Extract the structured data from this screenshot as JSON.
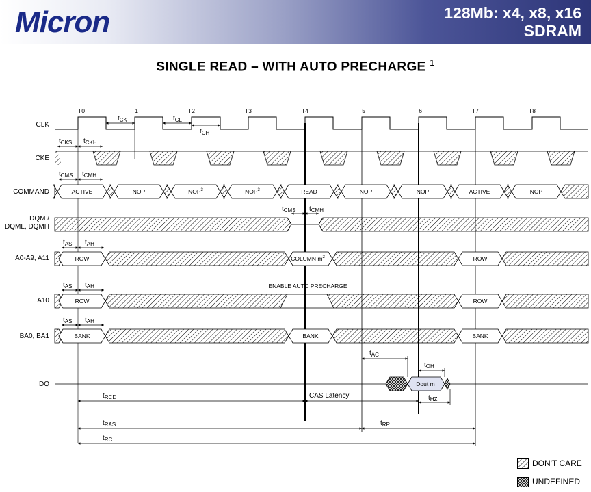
{
  "header": {
    "brand": "Micron",
    "product_line1": "128Mb: x4, x8, x16",
    "product_line2": "SDRAM"
  },
  "title": {
    "text": "SINGLE READ – WITH AUTO PRECHARGE",
    "note": "1"
  },
  "clock": {
    "ticks": [
      "T0",
      "T1",
      "T2",
      "T3",
      "T4",
      "T5",
      "T6",
      "T7",
      "T8"
    ]
  },
  "signals": {
    "clk": "CLK",
    "cke": "CKE",
    "command": "COMMAND",
    "dqm1": "DQM /",
    "dqm2": "DQML, DQMH",
    "addr": "A0-A9, A11",
    "a10": "A10",
    "ba": "BA0, BA1",
    "dq": "DQ"
  },
  "commands": [
    {
      "label": "ACTIVE",
      "sup": ""
    },
    {
      "label": "NOP",
      "sup": ""
    },
    {
      "label": "NOP",
      "sup": "3"
    },
    {
      "label": "NOP",
      "sup": "3"
    },
    {
      "label": "READ",
      "sup": ""
    },
    {
      "label": "NOP",
      "sup": ""
    },
    {
      "label": "NOP",
      "sup": ""
    },
    {
      "label": "ACTIVE",
      "sup": ""
    },
    {
      "label": "NOP",
      "sup": ""
    }
  ],
  "addr_values": {
    "row": "ROW",
    "column": "COLUMN m",
    "column_sup": "2",
    "row2": "ROW"
  },
  "a10_values": {
    "row": "ROW",
    "note": "ENABLE AUTO PRECHARGE",
    "row2": "ROW"
  },
  "ba_values": {
    "bank": "BANK",
    "bank2": "BANK",
    "bank3": "BANK"
  },
  "dq_value": "Dout m",
  "timing": {
    "tck": {
      "t": "t",
      "s": "CK"
    },
    "tcl": {
      "t": "t",
      "s": "CL"
    },
    "tch": {
      "t": "t",
      "s": "CH"
    },
    "tcks": {
      "t": "t",
      "s": "CKS"
    },
    "tckh": {
      "t": "t",
      "s": "CKH"
    },
    "tcms": {
      "t": "t",
      "s": "CMS"
    },
    "tcmh": {
      "t": "t",
      "s": "CMH"
    },
    "tcms2": {
      "t": "t",
      "s": "CMS"
    },
    "tcmh2": {
      "t": "t",
      "s": "CMH"
    },
    "tas1": {
      "t": "t",
      "s": "AS"
    },
    "tah1": {
      "t": "t",
      "s": "AH"
    },
    "tas2": {
      "t": "t",
      "s": "AS"
    },
    "tah2": {
      "t": "t",
      "s": "AH"
    },
    "tas3": {
      "t": "t",
      "s": "AS"
    },
    "tah3": {
      "t": "t",
      "s": "AH"
    },
    "tac": {
      "t": "t",
      "s": "AC"
    },
    "toh": {
      "t": "t",
      "s": "OH"
    },
    "thz": {
      "t": "t",
      "s": "HZ"
    },
    "trcd": {
      "t": "t",
      "s": "RCD"
    },
    "cas": "CAS Latency",
    "tras": {
      "t": "t",
      "s": "RAS"
    },
    "trp": {
      "t": "t",
      "s": "RP"
    },
    "trc": {
      "t": "t",
      "s": "RC"
    }
  },
  "legend": {
    "dont_care": "DON'T CARE",
    "undefined": "UNDEFINED"
  }
}
